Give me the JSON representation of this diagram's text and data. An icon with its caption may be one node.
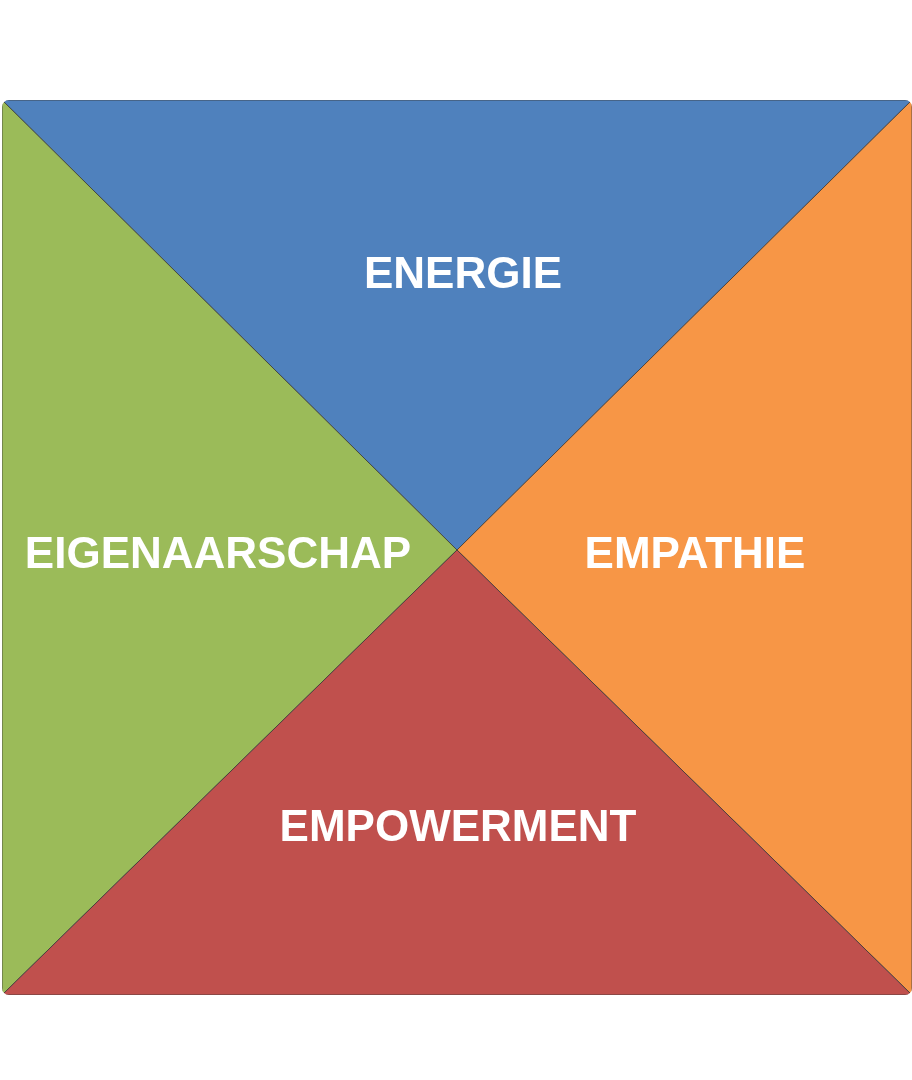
{
  "diagram": {
    "nodes": [
      {
        "text": [
          "ENERGIE"
        ]
      },
      {
        "text": [
          "EIGENAARSCHAP"
        ]
      },
      {
        "text": [
          "EMPATHIE"
        ]
      },
      {
        "text": [
          "EMPOWERMENT"
        ]
      }
    ],
    "edges": []
  }
}
